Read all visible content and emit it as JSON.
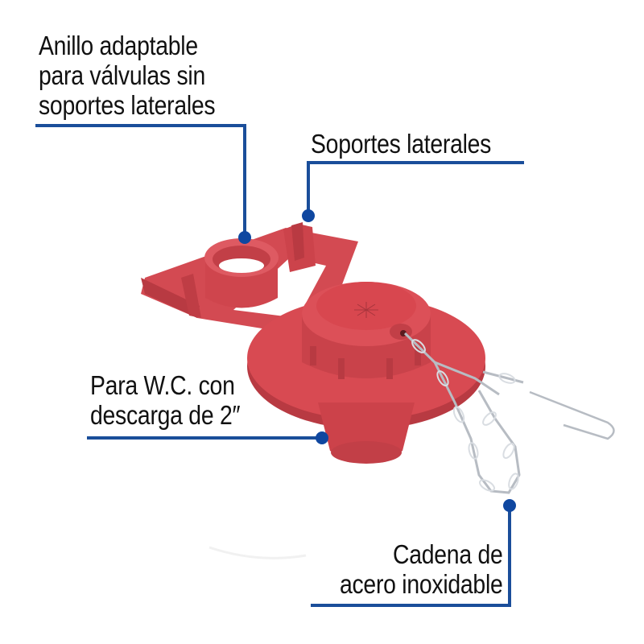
{
  "callouts": {
    "ring": {
      "lines": [
        "Anillo adaptable",
        "para válvulas sin",
        "soportes laterales"
      ]
    },
    "side_supports": {
      "lines": [
        "Soportes laterales"
      ]
    },
    "wc": {
      "lines": [
        "Para W.C. con",
        "descarga de 2″"
      ]
    },
    "chain": {
      "lines": [
        "Cadena de",
        "acero inoxidable"
      ]
    }
  },
  "colors": {
    "callout_line": "#1a4e9a",
    "callout_dot": "#0f47a0",
    "product_red": "#d8474f",
    "product_shadow": "#b83a42",
    "chain_silver": "#c8ccd2",
    "text": "#111111",
    "background": "#ffffff"
  },
  "product": {
    "name": "flapper-valve",
    "parts": [
      "bracket",
      "adapter-ring",
      "side-supports",
      "dome-cap",
      "base-cone",
      "chain",
      "hook"
    ]
  }
}
